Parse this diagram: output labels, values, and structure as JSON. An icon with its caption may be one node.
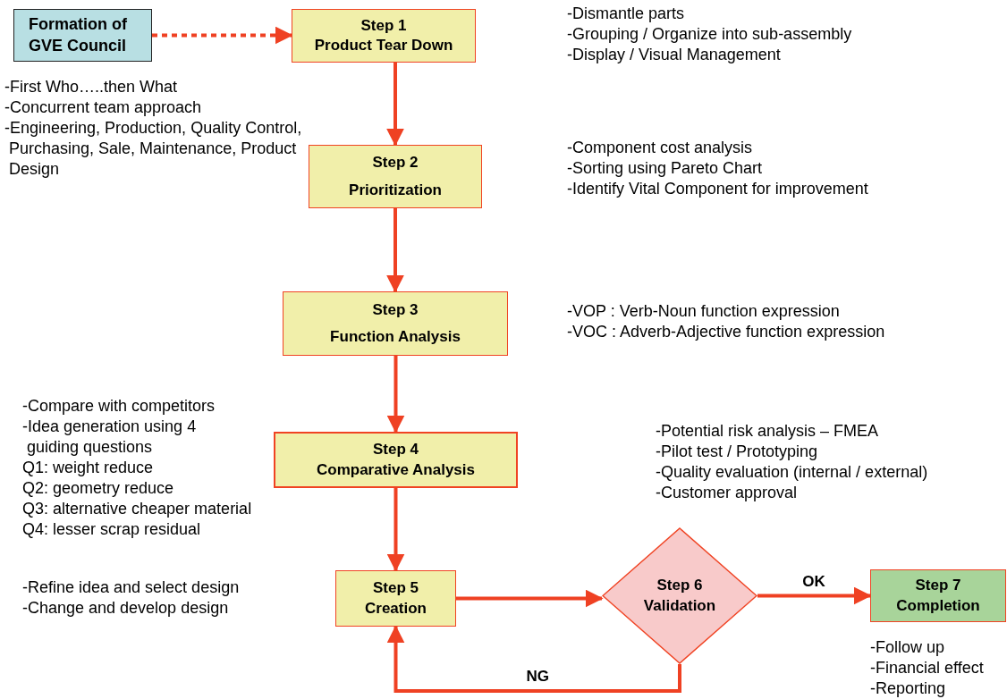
{
  "diagram": {
    "nodes": [
      {
        "text": [
          "Formation of GVE Council"
        ],
        "beside": [
          "-First Who…..then What",
          "-Concurrent team approach",
          "-Engineering, Production, Quality Control, Purchasing, Sale, Maintenance, Product Design"
        ]
      },
      {
        "text": [
          "Step 1",
          "Product Tear Down"
        ],
        "beside": [
          "-Dismantle parts",
          "-Grouping / Organize into sub-assembly",
          "-Display / Visual Management"
        ]
      },
      {
        "text": [
          "Step 2",
          "Prioritization"
        ],
        "beside": [
          "-Component cost analysis",
          "-Sorting using Pareto Chart",
          "-Identify Vital Component for improvement"
        ]
      },
      {
        "text": [
          "Step 3",
          "Function Analysis"
        ],
        "beside": [
          "-VOP : Verb-Noun function expression",
          "-VOC : Adverb-Adjective function expression"
        ]
      },
      {
        "text": [
          "Step 4",
          "Comparative Analysis"
        ],
        "beside": [
          "-Compare with competitors",
          "-Idea generation using 4 guiding questions",
          "Q1: weight reduce",
          "Q2: geometry reduce",
          "Q3: alternative cheaper material",
          "Q4: lesser scrap residual"
        ]
      },
      {
        "text": [
          "Step 5",
          "Creation"
        ],
        "beside": [
          "-Refine idea and select design",
          "-Change and develop design"
        ]
      },
      {
        "text": [
          "Step 6",
          "Validation"
        ],
        "beside": [
          "-Potential risk analysis – FMEA",
          "-Pilot test / Prototyping",
          "-Quality evaluation (internal / external)",
          "-Customer approval"
        ]
      },
      {
        "text": [
          "Step 7",
          "Completion"
        ],
        "beside": [
          "-Follow up",
          "-Financial effect",
          "-Reporting"
        ]
      }
    ],
    "edges": [
      {
        "from": 0,
        "to": 1,
        "arrow": "to",
        "style": "dashed"
      },
      {
        "from": 1,
        "to": 2,
        "arrow": "to"
      },
      {
        "from": 2,
        "to": 3,
        "arrow": "to"
      },
      {
        "from": 3,
        "to": 4,
        "arrow": "to"
      },
      {
        "from": 4,
        "to": 5,
        "arrow": "to"
      },
      {
        "from": 5,
        "to": 6,
        "arrow": "to"
      },
      {
        "from": 6,
        "to": 7,
        "arrow": "to",
        "label": "OK"
      },
      {
        "from": 6,
        "to": 5,
        "arrow": "to",
        "label": "NG"
      }
    ]
  }
}
